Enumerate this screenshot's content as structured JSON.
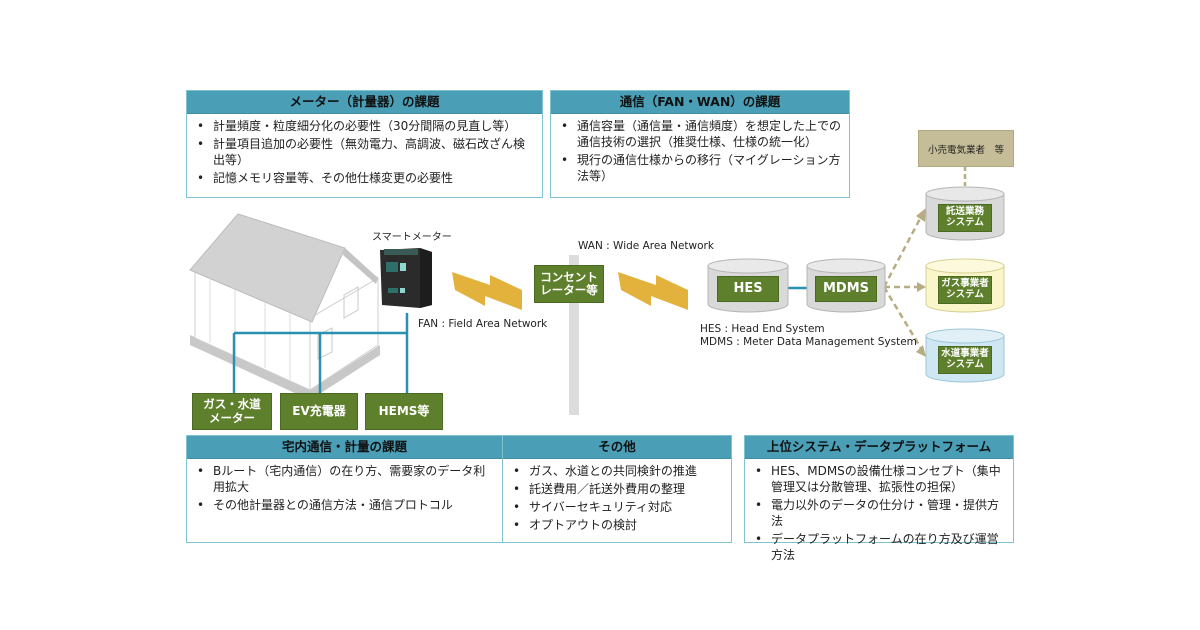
{
  "panels": {
    "meter": {
      "title": "メーター（計量器）の課題",
      "items": [
        "計量頻度・粒度細分化の必要性（30分間隔の見直し等）",
        "計量項目追加の必要性（無効電力、高調波、磁石改ざん検出等）",
        "記憶メモリ容量等、その他仕様変更の必要性"
      ]
    },
    "comm": {
      "title": "通信（FAN・WAN）の課題",
      "items": [
        "通信容量（通信量・通信頻度）を想定した上での通信技術の選択（推奨仕様、仕様の統一化）",
        "現行の通信仕様からの移行（マイグレーション方法等）"
      ]
    },
    "home": {
      "title": "宅内通信・計量の課題",
      "items": [
        "Bルート（宅内通信）の在り方、需要家のデータ利用拡大",
        "その他計量器との通信方法・通信プロトコル"
      ]
    },
    "other": {
      "title": "その他",
      "items": [
        "ガス、水道との共同検針の推進",
        "託送費用／託送外費用の整理",
        "サイバーセキュリティ対応",
        "オプトアウトの検討"
      ]
    },
    "upper": {
      "title": "上位システム・データプラットフォーム",
      "items": [
        "HES、MDMSの設備仕様コンセプト（集中管理又は分散管理、拡張性の担保）",
        "電力以外のデータの仕分け・管理・提供方法",
        "データプラットフォームの在り方及び運営方法"
      ]
    }
  },
  "diagram": {
    "smart_meter_label": "スマートメーター",
    "fan_label": "FAN : Field Area Network",
    "wan_label": "WAN : Wide Area Network",
    "concentrator": "コンセント\nレーター等",
    "hes": "HES",
    "mdms": "MDMS",
    "hes_def": "HES : Head End System",
    "mdms_def": "MDMS : Meter Data Management System",
    "retailer": "小売電気業者　等",
    "home_devices": [
      "ガス・水道\nメーター",
      "EV充電器",
      "HEMS等"
    ],
    "systems": [
      {
        "label": "託送業務\nシステム",
        "color": "#d9d9d9"
      },
      {
        "label": "ガス事業者\nシステム",
        "color": "#fbf6c9"
      },
      {
        "label": "水道事業者\nシステム",
        "color": "#cfe7f2"
      }
    ]
  },
  "colors": {
    "header": "#4a9fb7",
    "green_box": "#5e7f2c",
    "bolt": "#e3b23c",
    "line_blue": "#2a8fb0",
    "dashed_arrow": "#b8ac82",
    "retailer_box": "#c4bd97"
  }
}
